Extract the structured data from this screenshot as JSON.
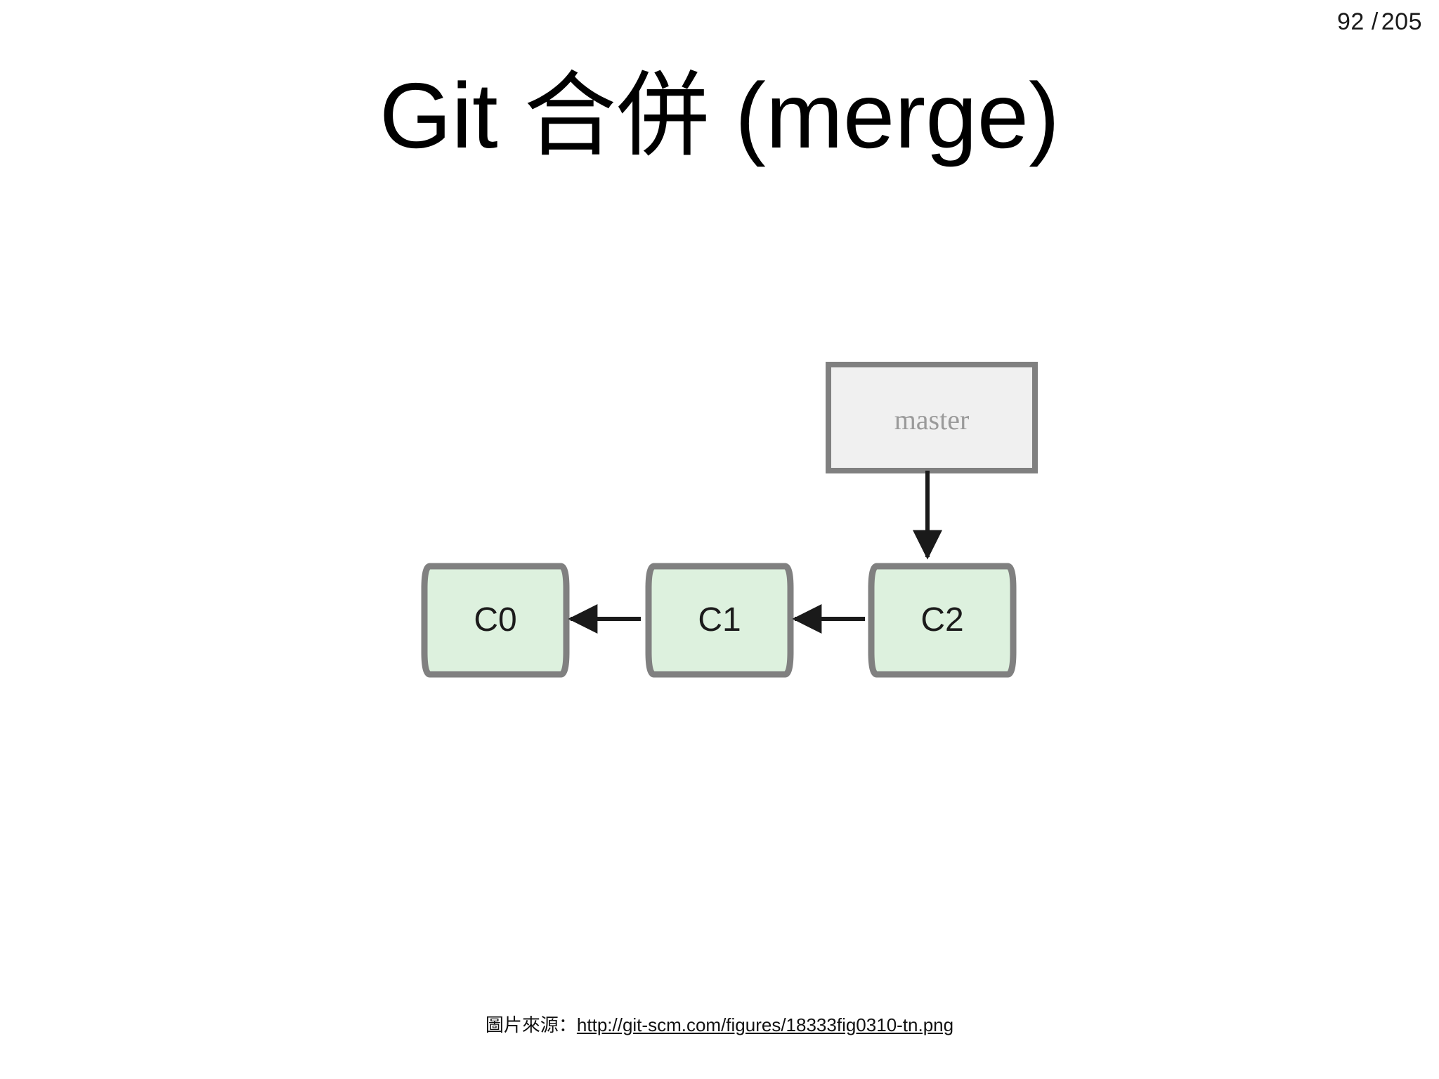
{
  "slide": {
    "title": "Git 合併 (merge)",
    "page_current": "92",
    "page_separator": "/",
    "page_total": "205",
    "background_color": "#ffffff"
  },
  "diagram": {
    "type": "git-commit-graph",
    "branch_box": {
      "label": "master",
      "fill_color": "#f0f0f0",
      "border_color": "#808080",
      "text_color": "#9a9a9a"
    },
    "commits": [
      {
        "label": "C0"
      },
      {
        "label": "C1"
      },
      {
        "label": "C2"
      }
    ],
    "commit_style": {
      "fill_color": "#ddf1de",
      "border_color": "#808080",
      "text_color": "#1b1b1b"
    },
    "arrows": [
      {
        "from": "C1",
        "to": "C0",
        "direction": "left"
      },
      {
        "from": "C2",
        "to": "C1",
        "direction": "left"
      },
      {
        "from": "master",
        "to": "C2",
        "direction": "down"
      }
    ],
    "arrow_color": "#1a1a1a"
  },
  "credit": {
    "label": "圖片來源：",
    "url": "http://git-scm.com/figures/18333fig0310-tn.png"
  }
}
